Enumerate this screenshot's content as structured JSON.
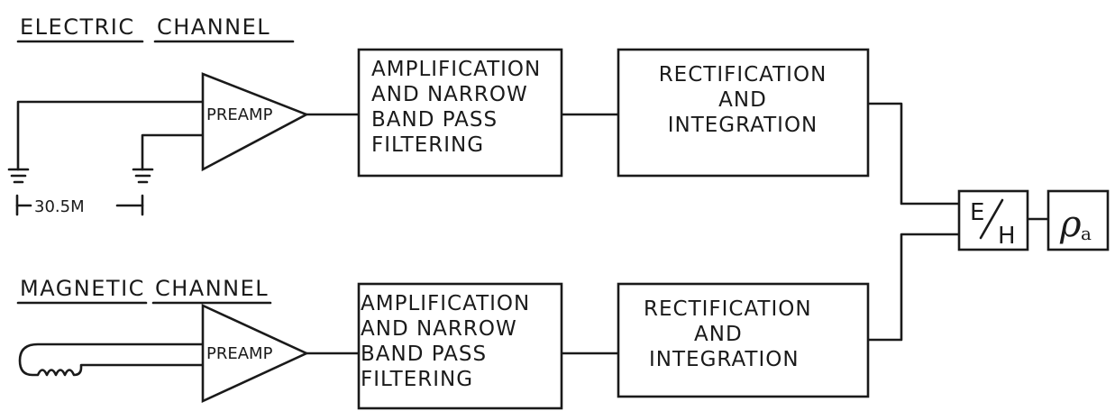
{
  "channels": {
    "electric": {
      "title_words": [
        "ELECTRIC",
        "CHANNEL"
      ],
      "preamp": "PREAMP",
      "filter_lines": [
        "AMPLIFICATION",
        "AND NARROW",
        "BAND PASS",
        "FILTERING"
      ],
      "rect_lines": [
        "RECTIFICATION",
        "AND",
        "INTEGRATION"
      ],
      "spacing": "30.5M"
    },
    "magnetic": {
      "title_words": [
        "MAGNETIC",
        "CHANNEL"
      ],
      "preamp": "PREAMP",
      "filter_lines": [
        "AMPLIFICATION",
        "AND NARROW",
        "BAND PASS",
        "FILTERING"
      ],
      "rect_lines": [
        "RECTIFICATION",
        "AND",
        "INTEGRATION"
      ]
    }
  },
  "ratio": {
    "top": "E",
    "bottom": "H"
  },
  "output": {
    "symbol": "ρ",
    "subscript": "a"
  }
}
